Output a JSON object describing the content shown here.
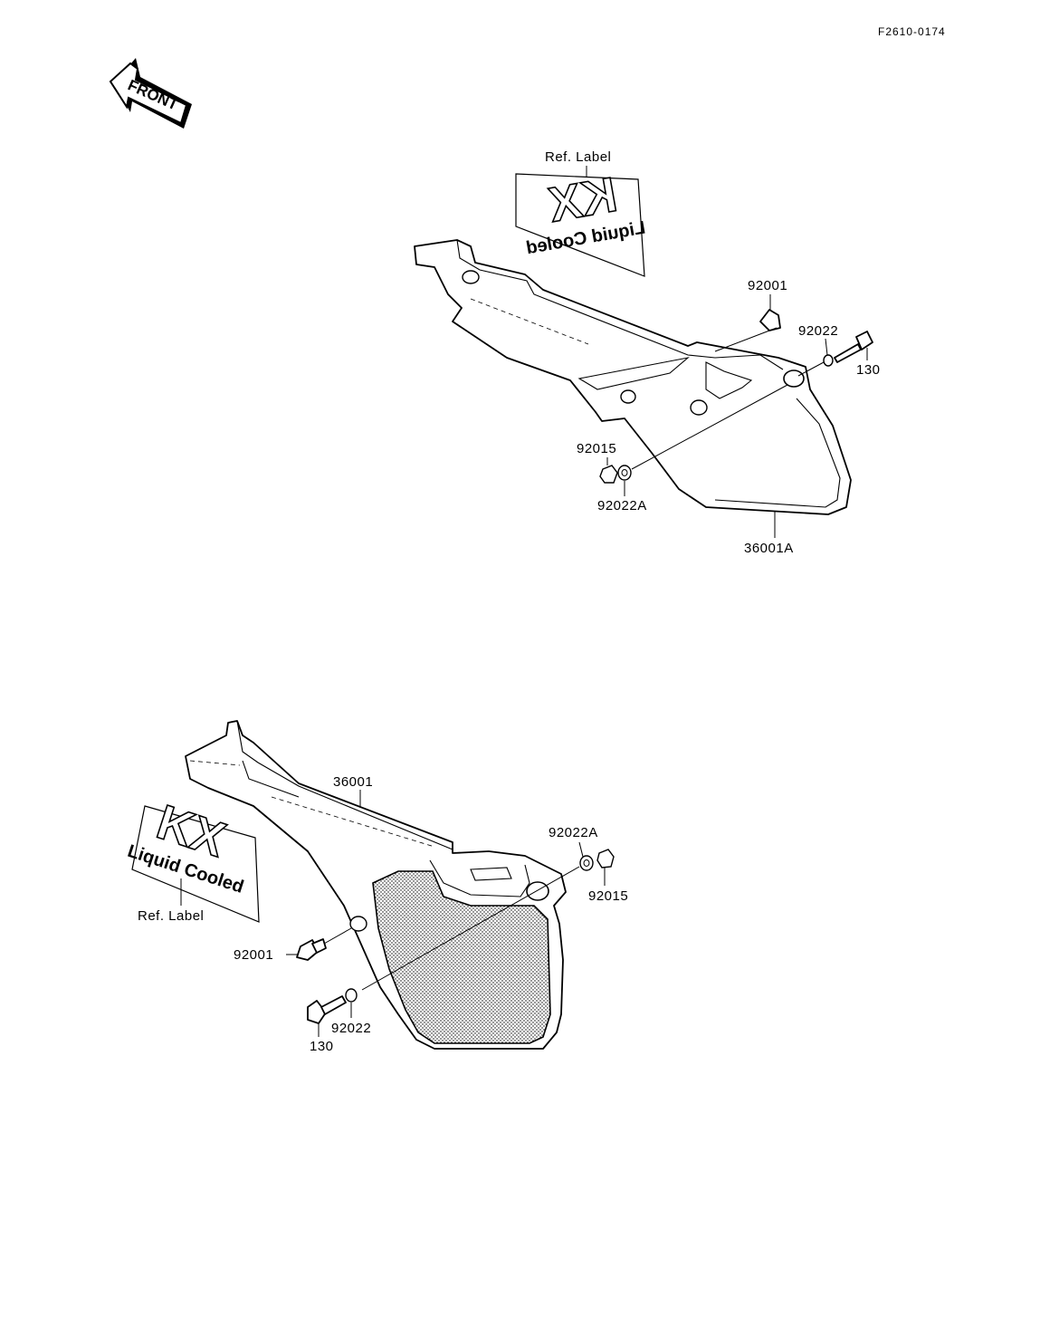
{
  "diagram_code": "F2610-0174",
  "front_arrow_label": "FRONT",
  "upper_view": {
    "ref_label": "Ref. Label",
    "logo_text": "KX",
    "logo_subtext": "Liquid Cooled",
    "parts": {
      "screw": "92001",
      "washer": "92022",
      "bolt": "130",
      "nut": "92015",
      "washer_a": "92022A",
      "cover": "36001A"
    }
  },
  "lower_view": {
    "ref_label": "Ref. Label",
    "logo_text": "KX",
    "logo_subtext": "Liquid Cooled",
    "parts": {
      "cover": "36001",
      "washer_a": "92022A",
      "nut": "92015",
      "screw": "92001",
      "washer": "92022",
      "bolt": "130"
    }
  },
  "colors": {
    "line": "#000000",
    "background": "#ffffff"
  }
}
